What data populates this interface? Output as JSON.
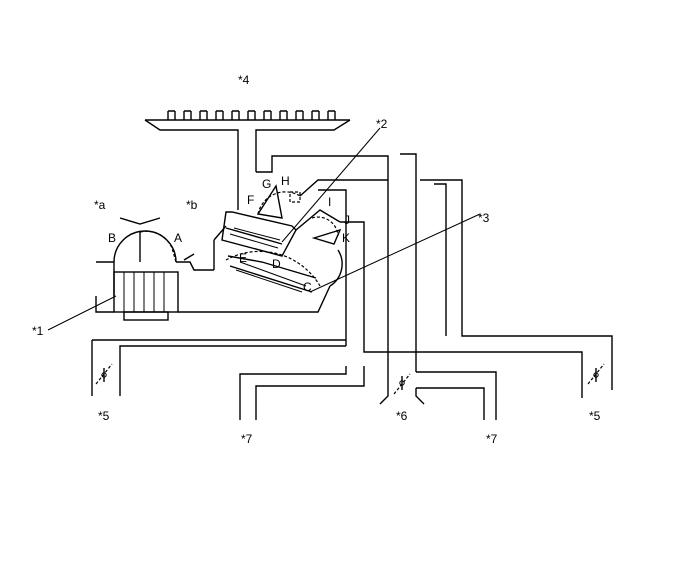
{
  "callouts": {
    "blower_motor": "*1",
    "evaporator": "*2",
    "heater_core": "*3",
    "defroster": "*4",
    "side_vent": "*5",
    "center_vent": "*6",
    "foot": "*7"
  },
  "air_inlets": {
    "fresh_air": "*a",
    "recirculated_air": "*b"
  },
  "dampers": {
    "A": "A",
    "B": "B",
    "C": "C",
    "D": "D",
    "E": "E",
    "F": "F",
    "G": "G",
    "H": "H",
    "I": "I",
    "J": "J",
    "K": "K"
  }
}
